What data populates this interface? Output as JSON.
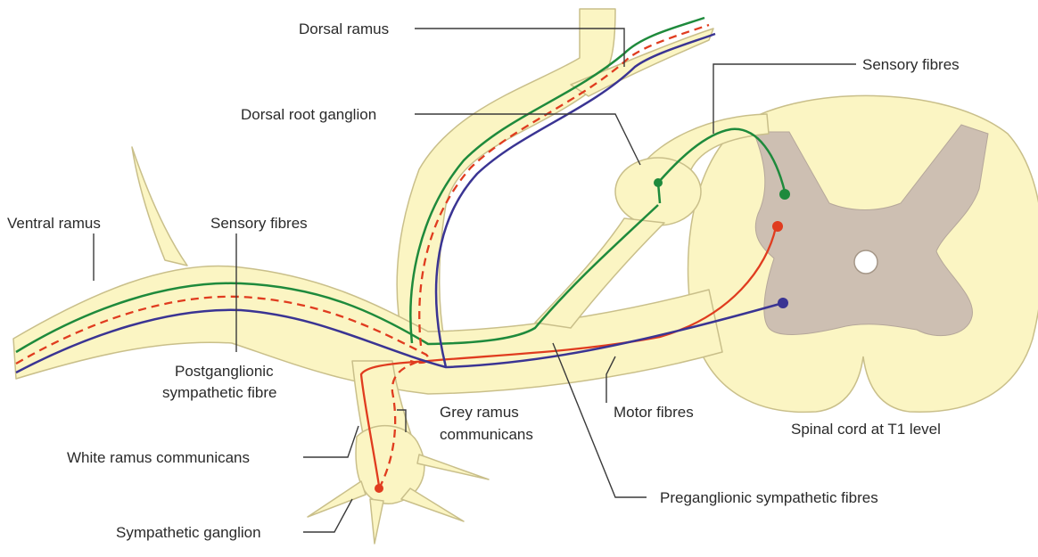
{
  "labels": {
    "dorsal_ramus": "Dorsal ramus",
    "sensory_fibres_top": "Sensory fibres",
    "dorsal_root_ganglion": "Dorsal root ganglion",
    "ventral_ramus": "Ventral ramus",
    "sensory_fibres_left": "Sensory fibres",
    "postganglionic_line1": "Postganglionic",
    "postganglionic_line2": "sympathetic fibre",
    "grey_ramus_line1": "Grey ramus",
    "grey_ramus_line2": "communicans",
    "motor_fibres": "Motor fibres",
    "spinal_cord": "Spinal cord at T1 level",
    "white_ramus": "White ramus communicans",
    "preganglionic": "Preganglionic sympathetic fibres",
    "sympathetic_ganglion": "Sympathetic ganglion"
  },
  "colors": {
    "nerve_fill": "#fbf5c3",
    "nerve_outline": "#c9bf8a",
    "grey_matter": "#cdbfb2",
    "sensory": "#1e8a3c",
    "sympathetic": "#e03c1f",
    "motor": "#3a3493"
  }
}
